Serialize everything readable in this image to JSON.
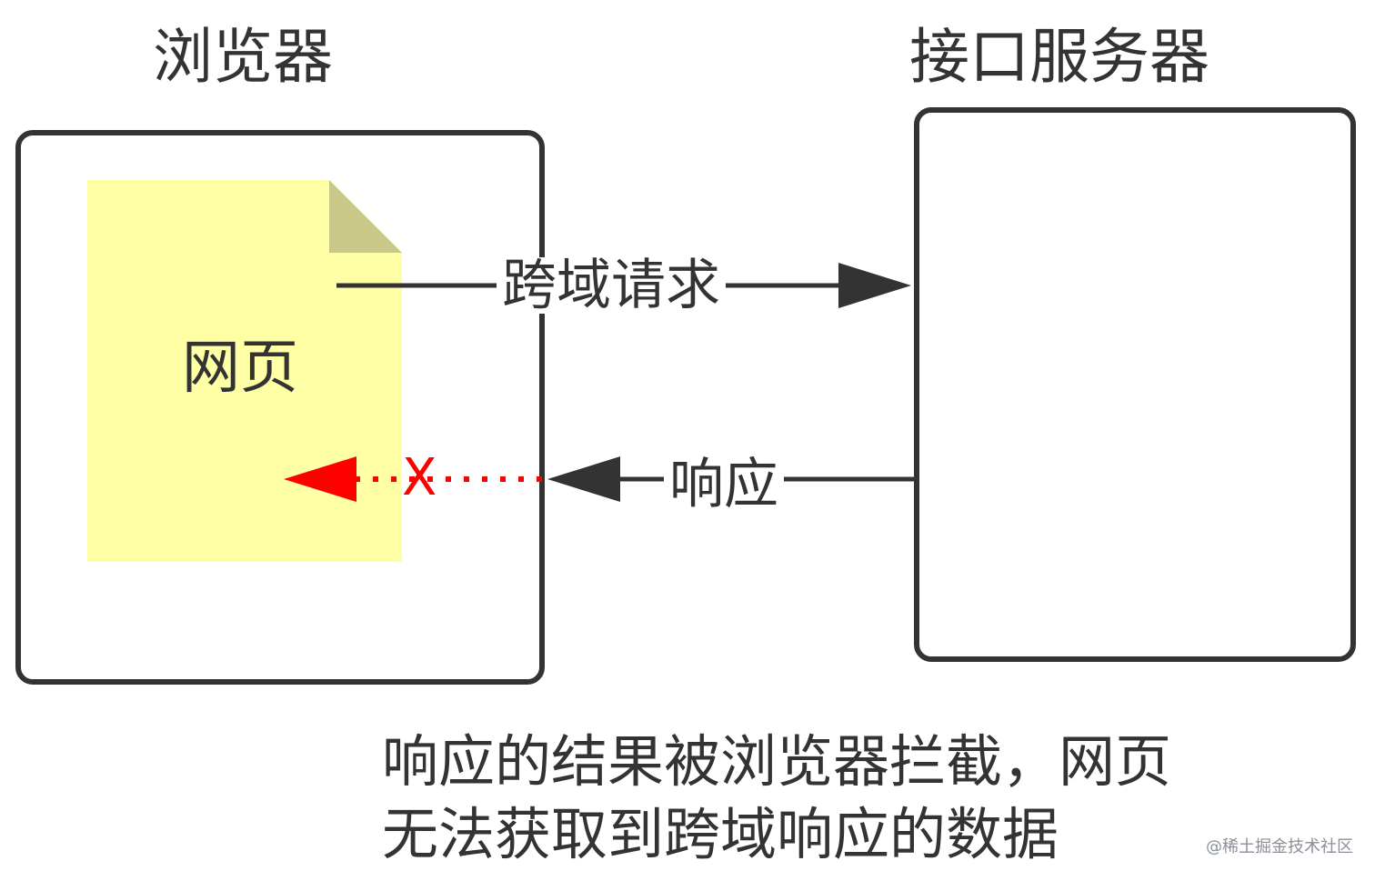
{
  "browser": {
    "title": "浏览器",
    "page_label": "网页"
  },
  "server": {
    "title": "接口服务器"
  },
  "request": {
    "label": "跨域请求"
  },
  "response": {
    "label": "响应",
    "blocked_mark": "X"
  },
  "caption": "响应的结果被浏览器拦截，网页无法获取到跨域响应的数据",
  "watermark": "@稀土掘金技术社区",
  "colors": {
    "frame": "#333333",
    "note_fill": "#ffffa6",
    "note_fold": "#c8c888",
    "blocked": "#ff0000"
  }
}
